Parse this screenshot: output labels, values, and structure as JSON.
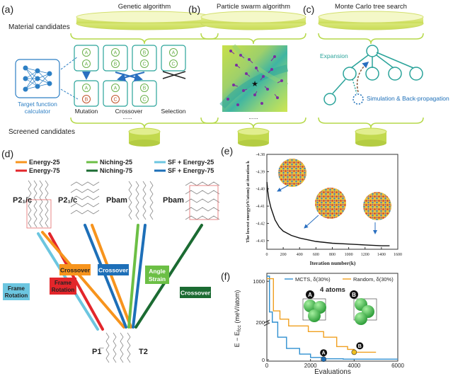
{
  "panels": {
    "a": {
      "label": "(a)",
      "title": "Genetic algorithm",
      "left_top": "Material candidates",
      "left_bottom": "Screened candidates",
      "calculator": [
        "Target function",
        "calculator"
      ],
      "gen_top": [
        "A",
        "A",
        "A",
        "B",
        "B",
        "C",
        "A",
        "C"
      ],
      "gen_bottom": [
        "A",
        "B",
        "A",
        "C",
        "B",
        "C"
      ],
      "ops": [
        "Mutation",
        "Crossover",
        "Selection"
      ],
      "dots": "......"
    },
    "b": {
      "label": "(b)",
      "title": "Particle swarm algorithm",
      "dots": "......"
    },
    "c": {
      "label": "(c)",
      "title": "Monte Carlo tree search",
      "expansion": "Expansion",
      "simulation": "Simulation & Back-propagation"
    },
    "d": {
      "label": "(d)",
      "legend": [
        {
          "label": "Energy-25",
          "color": "#f7941d"
        },
        {
          "label": "Energy-75",
          "color": "#e3262b"
        },
        {
          "label": "Niching-25",
          "color": "#6cbf45"
        },
        {
          "label": "Niching-75",
          "color": "#1b6b32"
        },
        {
          "label": "SF + Energy-25",
          "color": "#6cc6e0"
        },
        {
          "label": "SF + Energy-75",
          "color": "#1d6fb8"
        }
      ],
      "structures": [
        "P2₁/c",
        "P2₁/c",
        "Pbam",
        "Pbam"
      ],
      "ops": [
        "Crossover",
        "Crossover",
        "Angle",
        "Strain",
        "Crossover",
        "Frame",
        "Rotation",
        "Frame",
        "Rotation"
      ],
      "products": [
        "P1̅",
        "T2"
      ]
    },
    "e": {
      "label": "(e)",
      "ylabel": "The lowest energy(eV/atom) at iteration k",
      "xlabel": "Iteration number(k)"
    },
    "f": {
      "label": "(f)",
      "ylabel": "E − E",
      "ylabel_sub": "fcc",
      "ylabel_unit": " (meV/atom)",
      "xlabel": "Evaluations",
      "atoms": "4 atoms",
      "markers": [
        "A",
        "B"
      ]
    }
  },
  "chart_data": [
    {
      "type": "line",
      "panel": "e",
      "xlabel": "Iteration number(k)",
      "ylabel": "The lowest energy(eV/atom) at iteration k",
      "xlim": [
        0,
        1600
      ],
      "ylim": [
        -4.435,
        -4.38
      ],
      "xticks": [
        "0",
        "200",
        "400",
        "600",
        "800",
        "1000",
        "1200",
        "1400",
        "1600"
      ],
      "yticks": [
        "-4.38",
        "-4.39",
        "-4.40",
        "-4.41",
        "-4.42",
        "-4.43"
      ],
      "series": [
        {
          "x": [
            1,
            10,
            25,
            50,
            100,
            150,
            200,
            300,
            400,
            600,
            800,
            1000,
            1200,
            1400,
            1500
          ],
          "y": [
            -4.396,
            -4.401,
            -4.406,
            -4.411,
            -4.418,
            -4.422,
            -4.4245,
            -4.427,
            -4.4285,
            -4.4305,
            -4.4315,
            -4.432,
            -4.4325,
            -4.433,
            -4.433
          ]
        }
      ]
    },
    {
      "type": "line",
      "panel": "f",
      "xlabel": "Evaluations",
      "ylabel": "E − Efcc (meV/atom)",
      "xlim": [
        0,
        6000
      ],
      "xticks": [
        "0",
        "2000",
        "4000",
        "6000"
      ],
      "yticks": [
        "0",
        "200",
        "1000"
      ],
      "series": [
        {
          "name": "MCTS, δ(30%)",
          "color": "#2f8fd0",
          "x": [
            0,
            120,
            250,
            500,
            900,
            1500,
            2000,
            2600,
            3500,
            6000
          ],
          "y": [
            1100,
            400,
            200,
            120,
            60,
            30,
            12,
            5,
            3,
            3
          ]
        },
        {
          "name": "Random, δ(30%)",
          "color": "#f0a020",
          "x": [
            0,
            300,
            600,
            1000,
            1900,
            2600,
            3200,
            3700,
            4000,
            5000
          ],
          "y": [
            1050,
            420,
            260,
            180,
            150,
            120,
            70,
            55,
            40,
            40
          ]
        }
      ],
      "markers": [
        {
          "label": "A",
          "x": 2600,
          "y": 3
        },
        {
          "label": "B",
          "x": 4000,
          "y": 40
        }
      ]
    }
  ]
}
